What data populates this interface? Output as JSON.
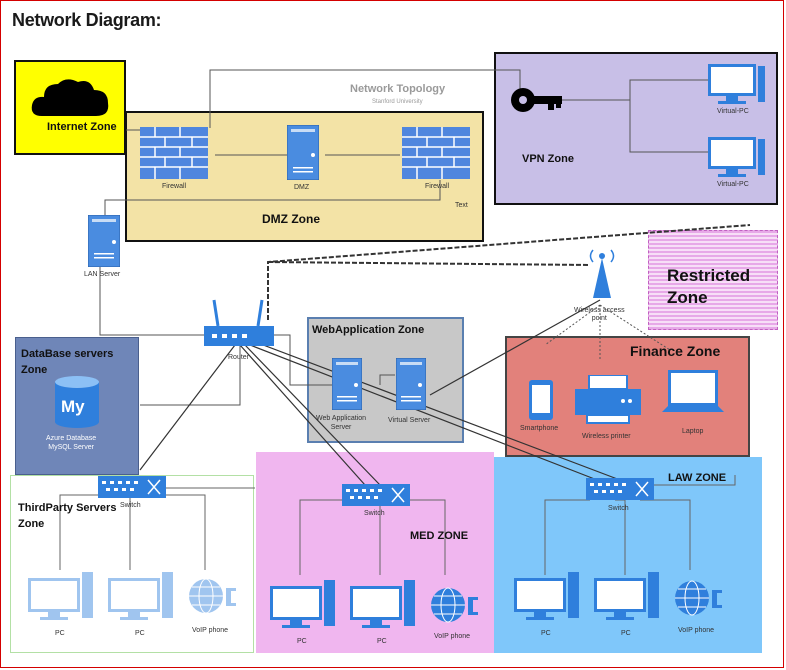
{
  "page": {
    "title": "Network Diagram:"
  },
  "header": {
    "title": "Network Topology",
    "subtitle": "Stanford University"
  },
  "zones": {
    "internet": {
      "label": "Internet Zone"
    },
    "dmz": {
      "label": "DMZ Zone"
    },
    "vpn": {
      "label": "VPN Zone"
    },
    "restricted": {
      "label_line1": "Restricted",
      "label_line2": "Zone"
    },
    "database": {
      "label_line1": "DataBase servers",
      "label_line2": "Zone"
    },
    "webapp": {
      "label": "WebApplication Zone"
    },
    "finance": {
      "label": "Finance Zone"
    },
    "thirdparty": {
      "label_line1": "ThirdParty Servers",
      "label_line2": "Zone"
    },
    "med": {
      "label": "MED ZONE"
    },
    "law": {
      "label": "LAW ZONE"
    }
  },
  "devices": {
    "firewall_left": "Firewall",
    "dmz_server": "DMZ",
    "firewall_right": "Firewall",
    "text_label": "Text",
    "vpn_pc1": "Virtual-PC",
    "vpn_pc2": "Virtual-PC",
    "lan_server": "LAN Server",
    "router": "Router",
    "wap_line1": "Wireless access",
    "wap_line2": "point",
    "db_line1": "Azure Database",
    "db_line2": "MySQL Server",
    "db_logo": "My",
    "webapp_server_line1": "Web Application",
    "webapp_server_line2": "Server",
    "virtual_server": "Virtual Server",
    "smartphone": "Smartphone",
    "printer": "Wireless printer",
    "laptop": "Laptop",
    "tp_switch": "Switch",
    "tp_pc1": "PC",
    "tp_pc2": "PC",
    "tp_voip": "VoIP phone",
    "med_switch": "Switch",
    "med_pc1": "PC",
    "med_pc2": "PC",
    "med_voip": "VoIP phone",
    "law_switch": "Switch",
    "law_pc1": "PC",
    "law_pc2": "PC",
    "law_voip": "VoIP phone"
  },
  "colors": {
    "internet_bg": "#ffff00",
    "dmz_bg": "#f3e3a6",
    "vpn_bg": "#c8bfe7",
    "database_bg": "#6f86b8",
    "webapp_bg": "#c8c8c8",
    "finance_bg": "#e2817b",
    "med_bg": "#f0b6ef",
    "law_bg": "#7fc7fa",
    "device_blue": "#2f7fdc"
  },
  "icons": [
    "cloud-icon",
    "firewall-icon",
    "server-icon",
    "key-icon",
    "monitor-icon",
    "router-icon",
    "antenna-icon",
    "database-icon",
    "smartphone-icon",
    "printer-icon",
    "laptop-icon",
    "switch-icon",
    "pc-icon",
    "globe-icon"
  ]
}
